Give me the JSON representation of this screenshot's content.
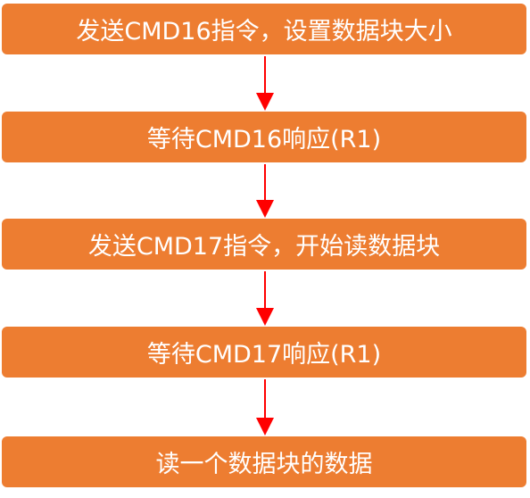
{
  "flowchart": {
    "steps": [
      {
        "label": "发送CMD16指令，设置数据块大小"
      },
      {
        "label": "等待CMD16响应(R1)"
      },
      {
        "label": "发送CMD17指令，开始读数据块"
      },
      {
        "label": "等待CMD17响应(R1)"
      },
      {
        "label": "读一个数据块的数据"
      }
    ],
    "colors": {
      "box_fill": "#ED7D31",
      "box_text": "#FFFFFF",
      "arrow": "#FF0000"
    }
  }
}
